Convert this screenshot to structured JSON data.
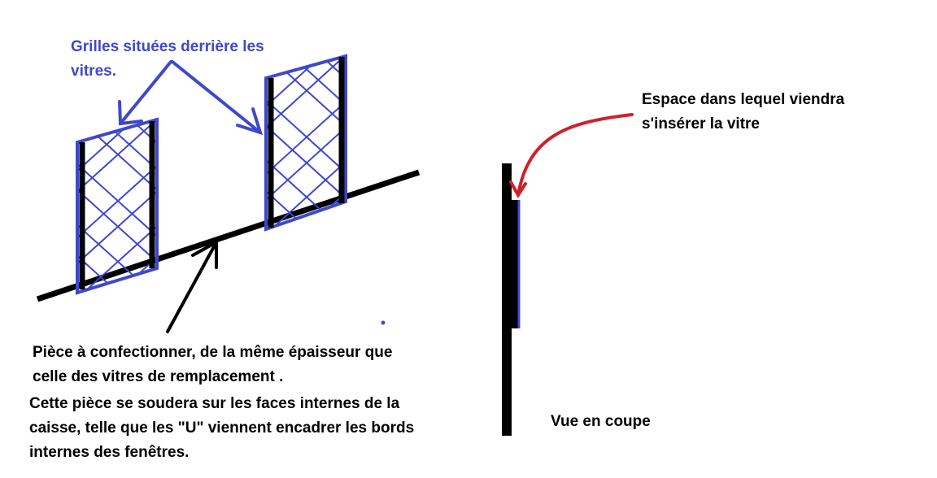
{
  "colors": {
    "grille": "#3f48cc",
    "beam": "#000000",
    "pointer_red": "#d0212b",
    "text_blue": "#3f48cc",
    "text_black": "#000000"
  },
  "labels": {
    "grilles": [
      "Grilles situées derrière les",
      "vitres."
    ],
    "espace": [
      "Espace dans lequel viendra",
      "s'insérer la vitre"
    ],
    "piece": [
      "Pièce à confectionner, de la même épaisseur que",
      "celle des vitres de remplacement ."
    ],
    "soudure": [
      "Cette pièce se soudera sur les faces internes de la",
      "caisse, telle que les \"U\" viennent encadrer les bords",
      "internes des fenêtres."
    ],
    "vue": "Vue en coupe"
  }
}
